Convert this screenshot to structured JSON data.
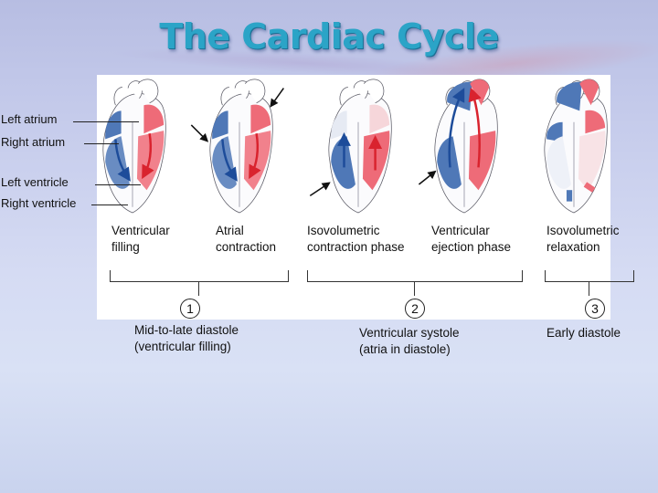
{
  "title": "The Cardiac Cycle",
  "labels": {
    "left_atrium": "Left atrium",
    "right_atrium": "Right atrium",
    "left_ventricle": "Left ventricle",
    "right_ventricle": "Right ventricle"
  },
  "phases": [
    {
      "line1": "Ventricular",
      "line2": "filling"
    },
    {
      "line1": "Atrial",
      "line2": "contraction"
    },
    {
      "line1": "Isovolumetric",
      "line2": "contraction phase"
    },
    {
      "line1": "Ventricular",
      "line2": "ejection phase"
    },
    {
      "line1": "Isovolumetric",
      "line2": "relaxation"
    }
  ],
  "stages": [
    {
      "number": "1",
      "line1": "Mid-to-late diastole",
      "line2": "(ventricular filling)"
    },
    {
      "number": "2",
      "line1": "Ventricular systole",
      "line2": "(atria in diastole)"
    },
    {
      "number": "3",
      "line1": "Early diastole",
      "line2": ""
    }
  ],
  "colors": {
    "oxygenated": "#ee6b78",
    "deoxygenated": "#4f78b7",
    "title": "#2ba4c7",
    "arrow_red": "#d9232e",
    "arrow_blue": "#1d4c9a"
  }
}
